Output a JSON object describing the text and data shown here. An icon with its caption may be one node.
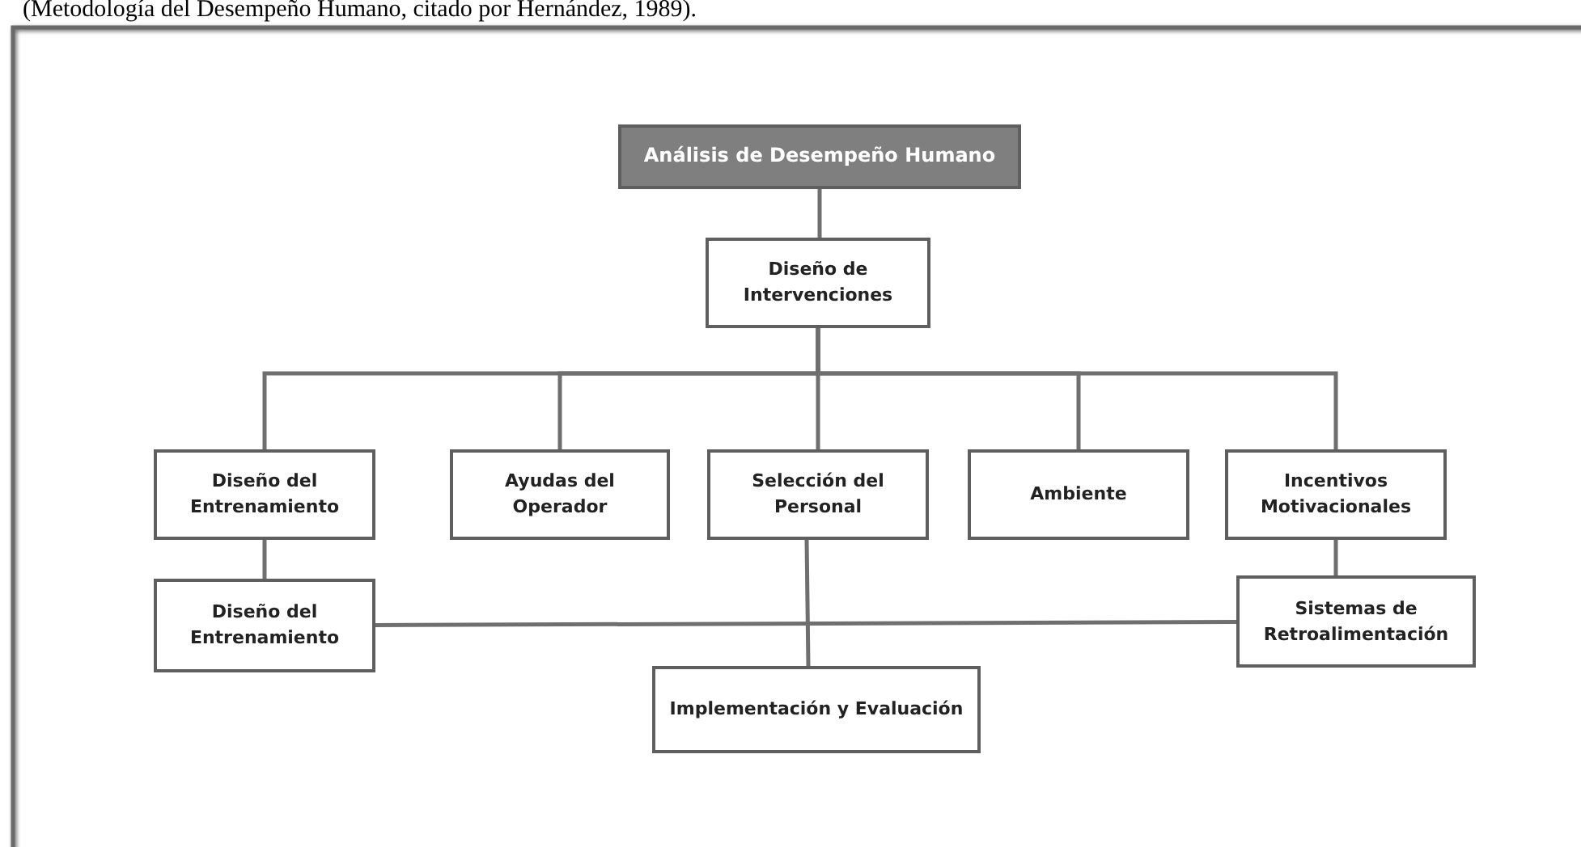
{
  "diagram": {
    "caption": "(Metodología del Desempeño Humano, citado por Hernández, 1989).",
    "nodes": [
      {
        "text": [
          "Análisis de Desempeño Humano"
        ]
      },
      {
        "text": [
          "Diseño de Intervenciones"
        ]
      },
      {
        "text": [
          "Diseño del Entrenamiento"
        ]
      },
      {
        "text": [
          "Ayudas del Operador"
        ]
      },
      {
        "text": [
          "Selección del Personal"
        ]
      },
      {
        "text": [
          "Ambiente"
        ]
      },
      {
        "text": [
          "Incentivos Motivacionales"
        ]
      },
      {
        "text": [
          "Diseño del Entrenamiento"
        ]
      },
      {
        "text": [
          "Sistemas de Retroalimentación"
        ]
      },
      {
        "text": [
          "Implementación y Evaluación"
        ]
      }
    ],
    "edges": [
      {
        "from": 0,
        "to": 1,
        "arrow": "none"
      },
      {
        "from": 1,
        "to": 2,
        "arrow": "none"
      },
      {
        "from": 1,
        "to": 3,
        "arrow": "none"
      },
      {
        "from": 1,
        "to": 4,
        "arrow": "none"
      },
      {
        "from": 1,
        "to": 5,
        "arrow": "none"
      },
      {
        "from": 1,
        "to": 6,
        "arrow": "none"
      },
      {
        "from": 2,
        "to": 7,
        "arrow": "none"
      },
      {
        "from": 6,
        "to": 8,
        "arrow": "none"
      },
      {
        "from": 7,
        "to": 8,
        "arrow": "none"
      },
      {
        "from": 4,
        "to": 9,
        "arrow": "none"
      }
    ]
  }
}
